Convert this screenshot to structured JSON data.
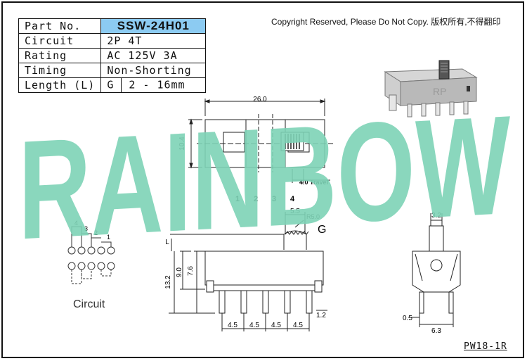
{
  "spec_table": {
    "part_no_label": "Part No.",
    "part_no_value": "SSW-24H01",
    "rows": [
      {
        "label": "Circuit",
        "value": "2P 4T"
      },
      {
        "label": "Rating",
        "value": "AC 125V 3A"
      },
      {
        "label": "Timing",
        "value": "Non-Shorting"
      }
    ],
    "length_label": "Length (L)",
    "length_code": "G",
    "length_value": "2 - 16mm"
  },
  "copyright": "Copyright Reserved, Please Do Not Copy. 版权所有,不得翻印",
  "watermark": "RAINBOW",
  "part_code": "PW18-1R",
  "product_logo": "RP",
  "colors": {
    "table_header": "#8ccbf2",
    "watermark": "#7dd3b6",
    "line": "#222222"
  },
  "top_view": {
    "width_dim": "26.0",
    "height_dim": "10.4",
    "travel_dim": "4.0 Travel",
    "positions": [
      "1",
      "2",
      "3",
      "4"
    ]
  },
  "front_view": {
    "actuator_width": "5.5",
    "actuator_radius": "R5.0",
    "length_symbol": "L",
    "length_code": "G",
    "height_total": "13.2",
    "height_body": "9.0",
    "height_frame": "7.6",
    "pin_pitch": [
      "4.5",
      "4.5",
      "4.5",
      "4.5"
    ],
    "pin_width": "1.2"
  },
  "side_view": {
    "actuator_width": "3.2",
    "pin_thickness": "0.5",
    "pin_spacing": "6.3"
  },
  "circuit": {
    "caption": "Circuit",
    "terminal_labels": [
      "4",
      "3",
      "2",
      "1"
    ]
  }
}
